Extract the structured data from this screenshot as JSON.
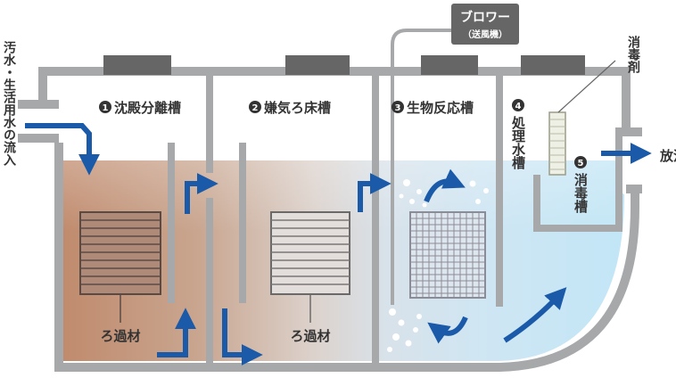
{
  "labels": {
    "inflow": "汚水・生活用水の流入",
    "outflow": "放流",
    "blower_title": "ブロワー",
    "blower_sub": "（送風機）",
    "disinfectant": "消毒剤",
    "tank1": "沈殿分離槽",
    "tank2": "嫌気ろ床槽",
    "tank3": "生物反応槽",
    "tank4": "処理水槽",
    "tank5": "消毒槽",
    "filter1": "ろ過材",
    "filter2": "ろ過材"
  },
  "numbers": {
    "n1": "1",
    "n2": "2",
    "n3": "3",
    "n4": "4",
    "n5": "5"
  },
  "colors": {
    "wall": "#a6a8aa",
    "arrow": "#1a5aa8",
    "badge": "#333333",
    "lid": "#666666",
    "water_brown": "#c79a7f",
    "water_blue": "#cde9f7"
  }
}
